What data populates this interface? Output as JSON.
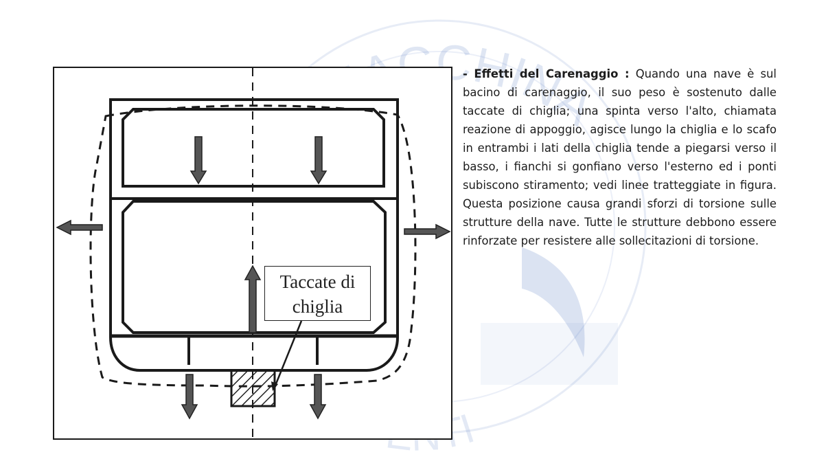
{
  "watermark": {
    "text_top": "TO IN MACCHINA",
    "text_bottom": "ENTI",
    "color": "#3a63b6"
  },
  "figure": {
    "label_line1": "Taccate di",
    "label_line2": "chiglia"
  },
  "description": {
    "heading": "- Effetti del Carenaggio :",
    "body": " Quando una nave è sul bacino di carenaggio, il suo peso è sostenuto dalle taccate di chiglia; una spinta verso l'alto, chiamata reazione di appoggio, agisce lungo la chiglia e lo scafo in entrambi i lati della chiglia tende a piegarsi verso il basso, i fianchi si gonfiano verso l'esterno ed i ponti subiscono stiramento; vedi linee tratteggiate in figura. Questa posizione causa grandi sforzi di torsione sulle strutture della nave. Tutte le strutture debbono essere rinforzate per resistere alle sollecitazioni di torsione."
  }
}
